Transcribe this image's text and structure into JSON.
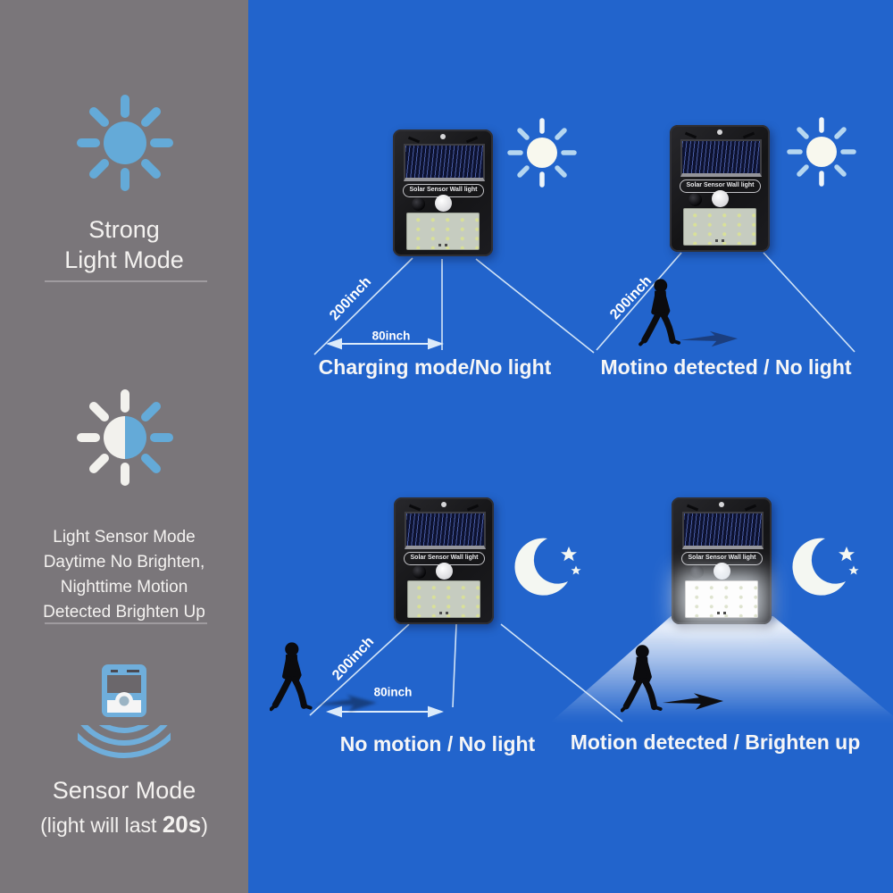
{
  "device": {
    "label": "Solar Sensor Wall light"
  },
  "sidebar": {
    "strong_mode": {
      "line1": "Strong",
      "line2": "Light Mode"
    },
    "sensor_light_mode": {
      "line1": "Light Sensor Mode",
      "line2": "Daytime No Brighten,",
      "line3": "Nighttime Motion",
      "line4": "Detected Brighten Up"
    },
    "sensor_mode": {
      "title": "Sensor Mode",
      "note_prefix": "(light will last ",
      "note_duration": "20s",
      "note_suffix": ")"
    }
  },
  "quadrants": {
    "top_left": {
      "caption": "Charging mode/No light",
      "diagonal_range": "200inch",
      "horizontal_range": "80inch"
    },
    "top_right": {
      "caption": "Motino detected / No light",
      "diagonal_range": "200inch"
    },
    "bottom_left": {
      "caption": "No motion / No light",
      "diagonal_range": "200inch",
      "horizontal_range": "80inch"
    },
    "bottom_right": {
      "caption": "Motion detected / Brighten up"
    }
  },
  "colors": {
    "sidebar_bg": "#7a767a",
    "main_bg": "#2264cc",
    "icon_blue": "#64aad8",
    "text": "#f4f4f4",
    "arrow_navy": "#1b3a76",
    "led_dot": "#d9e098"
  }
}
